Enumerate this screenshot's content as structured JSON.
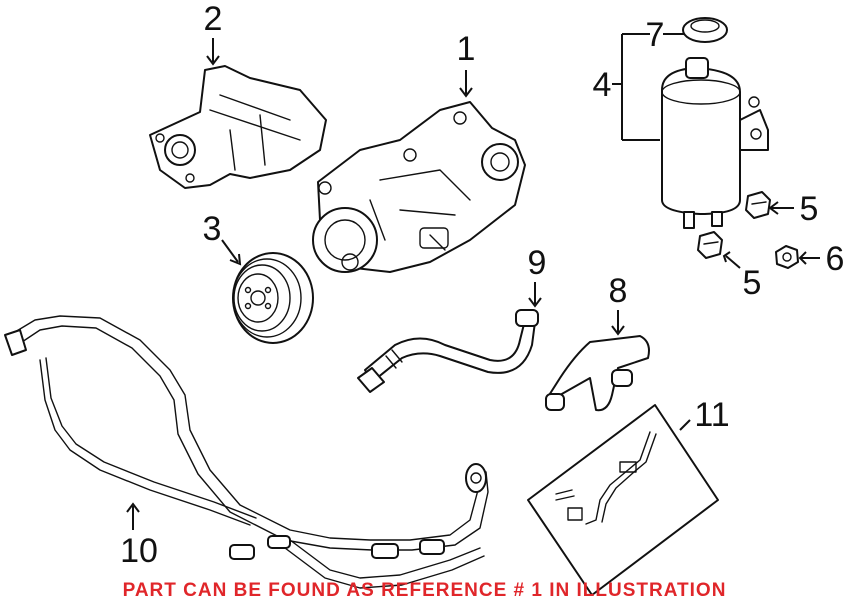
{
  "callouts": {
    "c1": "1",
    "c2": "2",
    "c3": "3",
    "c4": "4",
    "c5a": "5",
    "c5b": "5",
    "c6": "6",
    "c7": "7",
    "c8": "8",
    "c9": "9",
    "c10": "10",
    "c11": "11"
  },
  "notice": {
    "text": "PART CAN BE FOUND AS REFERENCE # 1 IN ILLUSTRATION",
    "color": "#e0262a"
  },
  "parts": [
    {
      "ref": "1",
      "icon": "power-steering-pump-icon"
    },
    {
      "ref": "2",
      "icon": "mounting-bracket-icon"
    },
    {
      "ref": "3",
      "icon": "pulley-icon"
    },
    {
      "ref": "4",
      "icon": "reservoir-icon"
    },
    {
      "ref": "5",
      "icon": "hose-clamp-icon"
    },
    {
      "ref": "6",
      "icon": "nut-icon"
    },
    {
      "ref": "7",
      "icon": "reservoir-cap-icon"
    },
    {
      "ref": "8",
      "icon": "return-hose-icon"
    },
    {
      "ref": "9",
      "icon": "suction-hose-icon"
    },
    {
      "ref": "10",
      "icon": "pressure-line-icon"
    },
    {
      "ref": "11",
      "icon": "hose-kit-icon"
    }
  ]
}
